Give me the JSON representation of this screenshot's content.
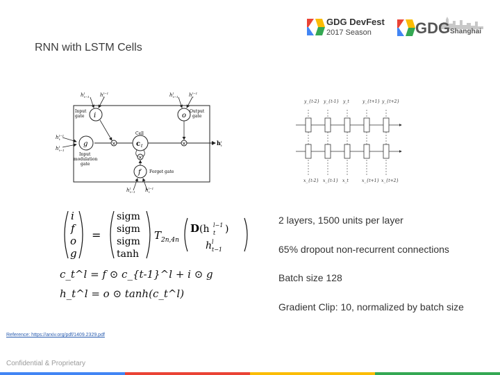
{
  "slide": {
    "title": "RNN with LSTM Cells"
  },
  "logos": {
    "devfest_line1": "GDG DevFest",
    "devfest_line2": "2017 Season",
    "gdg": "GDG",
    "city": "Shanghai"
  },
  "lstm_diagram": {
    "input_gate": "Input\ngate",
    "output_gate": "Output\ngate",
    "cell": "Cell",
    "input_modulation_gate": "Input\nmodulation\ngate",
    "forget_gate": "Forget gate",
    "node_i": "i",
    "node_o": "o",
    "node_g": "g",
    "node_f": "f",
    "node_c": "c",
    "node_c_sub": "t"
  },
  "grid_diagram": {
    "top_labels": [
      "y_{t-2}",
      "y_{t-1}",
      "y_t",
      "y_{t+1}",
      "y_{t+2}"
    ],
    "bottom_labels": [
      "x_{t-2}",
      "x_{t-1}",
      "x_t",
      "x_{t+1}",
      "x_{t+2}"
    ]
  },
  "equations": {
    "vector_left": [
      "i",
      "f",
      "o",
      "g"
    ],
    "vector_right": [
      "sigm",
      "sigm",
      "sigm",
      "tanh"
    ],
    "T": "T",
    "T_sub": "2n,4n",
    "D": "D",
    "cell_eq": "c_t^l = f ⊙ c_{t-1}^l + i ⊙ g",
    "hidden_eq": "h_t^l = o ⊙ tanh(c_t^l)"
  },
  "bullets": [
    "2 layers, 1500 units per layer",
    "65% dropout non-recurrent connections",
    "Batch size 128",
    "Gradient Clip: 10, normalized by batch size"
  ],
  "reference": "Reference: https://arxiv.org/pdf/1409.2329.pdf",
  "footer": "Confidential & Proprietary",
  "colors": {
    "google_blue": "#4285f4",
    "google_red": "#ea4335",
    "google_yellow": "#fbbc05",
    "google_green": "#34a853",
    "title_text": "#3c3c3c"
  }
}
